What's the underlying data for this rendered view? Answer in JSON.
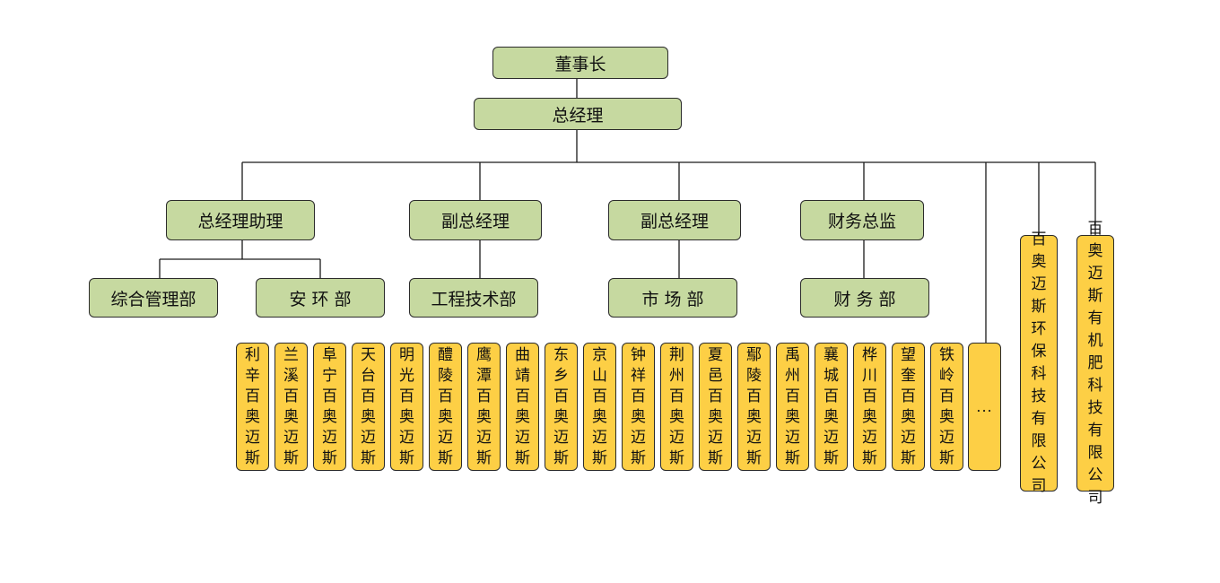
{
  "colors": {
    "management_box": "#c6d9a0",
    "branch_box": "#fdcf45",
    "border": "#2b2b2b",
    "connector": "#1a1a1a"
  },
  "chairman": "董事长",
  "general_manager": "总经理",
  "executives": {
    "assistant_gm": "总经理助理",
    "deputy_gm_1": "副总经理",
    "deputy_gm_2": "副总经理",
    "finance_director": "财务总监"
  },
  "departments": {
    "general_management": "综合管理部",
    "safety_environment": "安 环 部",
    "engineering": "工程技术部",
    "marketing": "市 场 部",
    "finance": "财 务 部"
  },
  "branches": [
    "利辛百奥迈斯",
    "兰溪百奥迈斯",
    "阜宁百奥迈斯",
    "天台百奥迈斯",
    "明光百奥迈斯",
    "醴陵百奥迈斯",
    "鹰潭百奥迈斯",
    "曲靖百奥迈斯",
    "东乡百奥迈斯",
    "京山百奥迈斯",
    "钟祥百奥迈斯",
    "荆州百奥迈斯",
    "夏邑百奥迈斯",
    "鄢陵百奥迈斯",
    "禹州百奥迈斯",
    "襄城百奥迈斯",
    "桦川百奥迈斯",
    "望奎百奥迈斯",
    "铁岭百奥迈斯"
  ],
  "more_branches": "...",
  "subsidiaries": {
    "environmental": "百奥迈斯环保科技有限公司",
    "organic_fertilizer": "百奥迈斯有机肥科技有限公司"
  }
}
